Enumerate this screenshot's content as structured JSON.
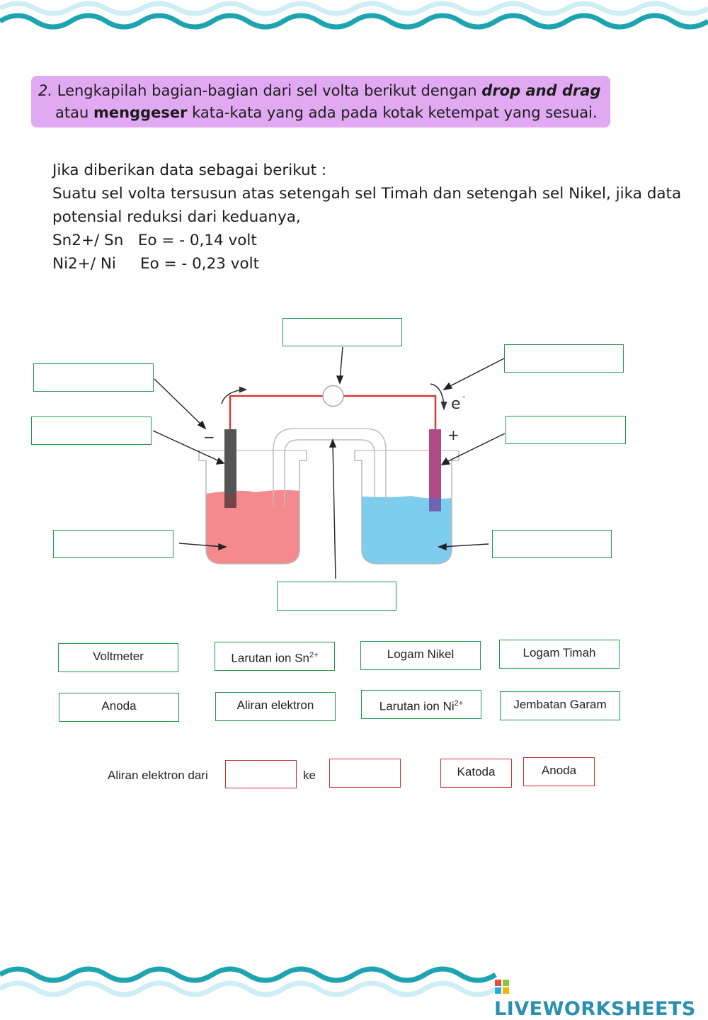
{
  "instruction": {
    "number": "2.",
    "line1_pre": "Lengkapilah bagian-bagian dari sel volta berikut dengan ",
    "line1_bold": "drop and drag",
    "line2_pre": "atau ",
    "line2_bold": "menggeser",
    "line2_post": " kata-kata yang ada pada kotak ketempat yang sesuai."
  },
  "problem": {
    "intro": "Jika diberikan data sebagai berikut :",
    "line1": "Suatu sel volta tersusun atas setengah sel Timah dan setengah sel Nikel, jika data",
    "line2": "potensial reduksi dari keduanya,",
    "sn_line": "Sn2+/ Sn   Eo = - 0,14 volt",
    "ni_line": "Ni2+/ Ni     Eo = - 0,23 volt"
  },
  "diagram": {
    "minus_sign": "−",
    "plus_sign": "+",
    "electron_label": "e",
    "electron_charge": "-",
    "colors": {
      "left_solution": "#f4898e",
      "right_solution": "#7ccdee",
      "left_electrode": "#555555",
      "right_electrode": "#b04a86",
      "wire": "#d23a3a"
    }
  },
  "word_bank": {
    "voltmeter": "Voltmeter",
    "larutan_sn": "Larutan ion Sn",
    "larutan_sn_sup": "2+",
    "logam_nikel": "Logam Nikel",
    "logam_timah": "Logam Timah",
    "anoda": "Anoda",
    "aliran_elektron": "Aliran elektron",
    "larutan_ni": "Larutan ion Ni",
    "larutan_ni_sup": "2+",
    "jembatan_garam": "Jembatan Garam"
  },
  "flow": {
    "label_from": "Aliran elektron dari",
    "label_to": "ke",
    "option_katoda": "Katoda",
    "option_anoda": "Anoda"
  },
  "footer": {
    "logo_text": "LIVEWORKSHEETS"
  }
}
